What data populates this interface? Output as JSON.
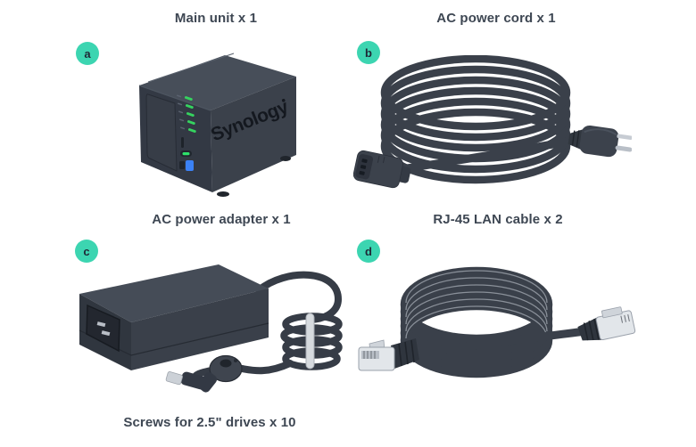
{
  "page": {
    "background": "#ffffff",
    "title_color": "#3e4753",
    "badge_bg": "#3CD5B1",
    "badge_text_color": "#1e2836",
    "device_color": "#383e48"
  },
  "items": [
    {
      "badge": "a",
      "title": "Main unit x 1"
    },
    {
      "badge": "b",
      "title": "AC power cord x 1"
    },
    {
      "badge": "c",
      "title": "AC power adapter x 1"
    },
    {
      "badge": "d",
      "title": "RJ-45 LAN cable x 2"
    },
    {
      "badge": "",
      "title": "Screws for 2.5\" drives x 10"
    }
  ],
  "nas": {
    "logo": "Synology"
  },
  "status_leds": {
    "count": 5,
    "color": "#35d35f",
    "power_led": "#2ee06a",
    "usb_led": "#3b82f6"
  }
}
